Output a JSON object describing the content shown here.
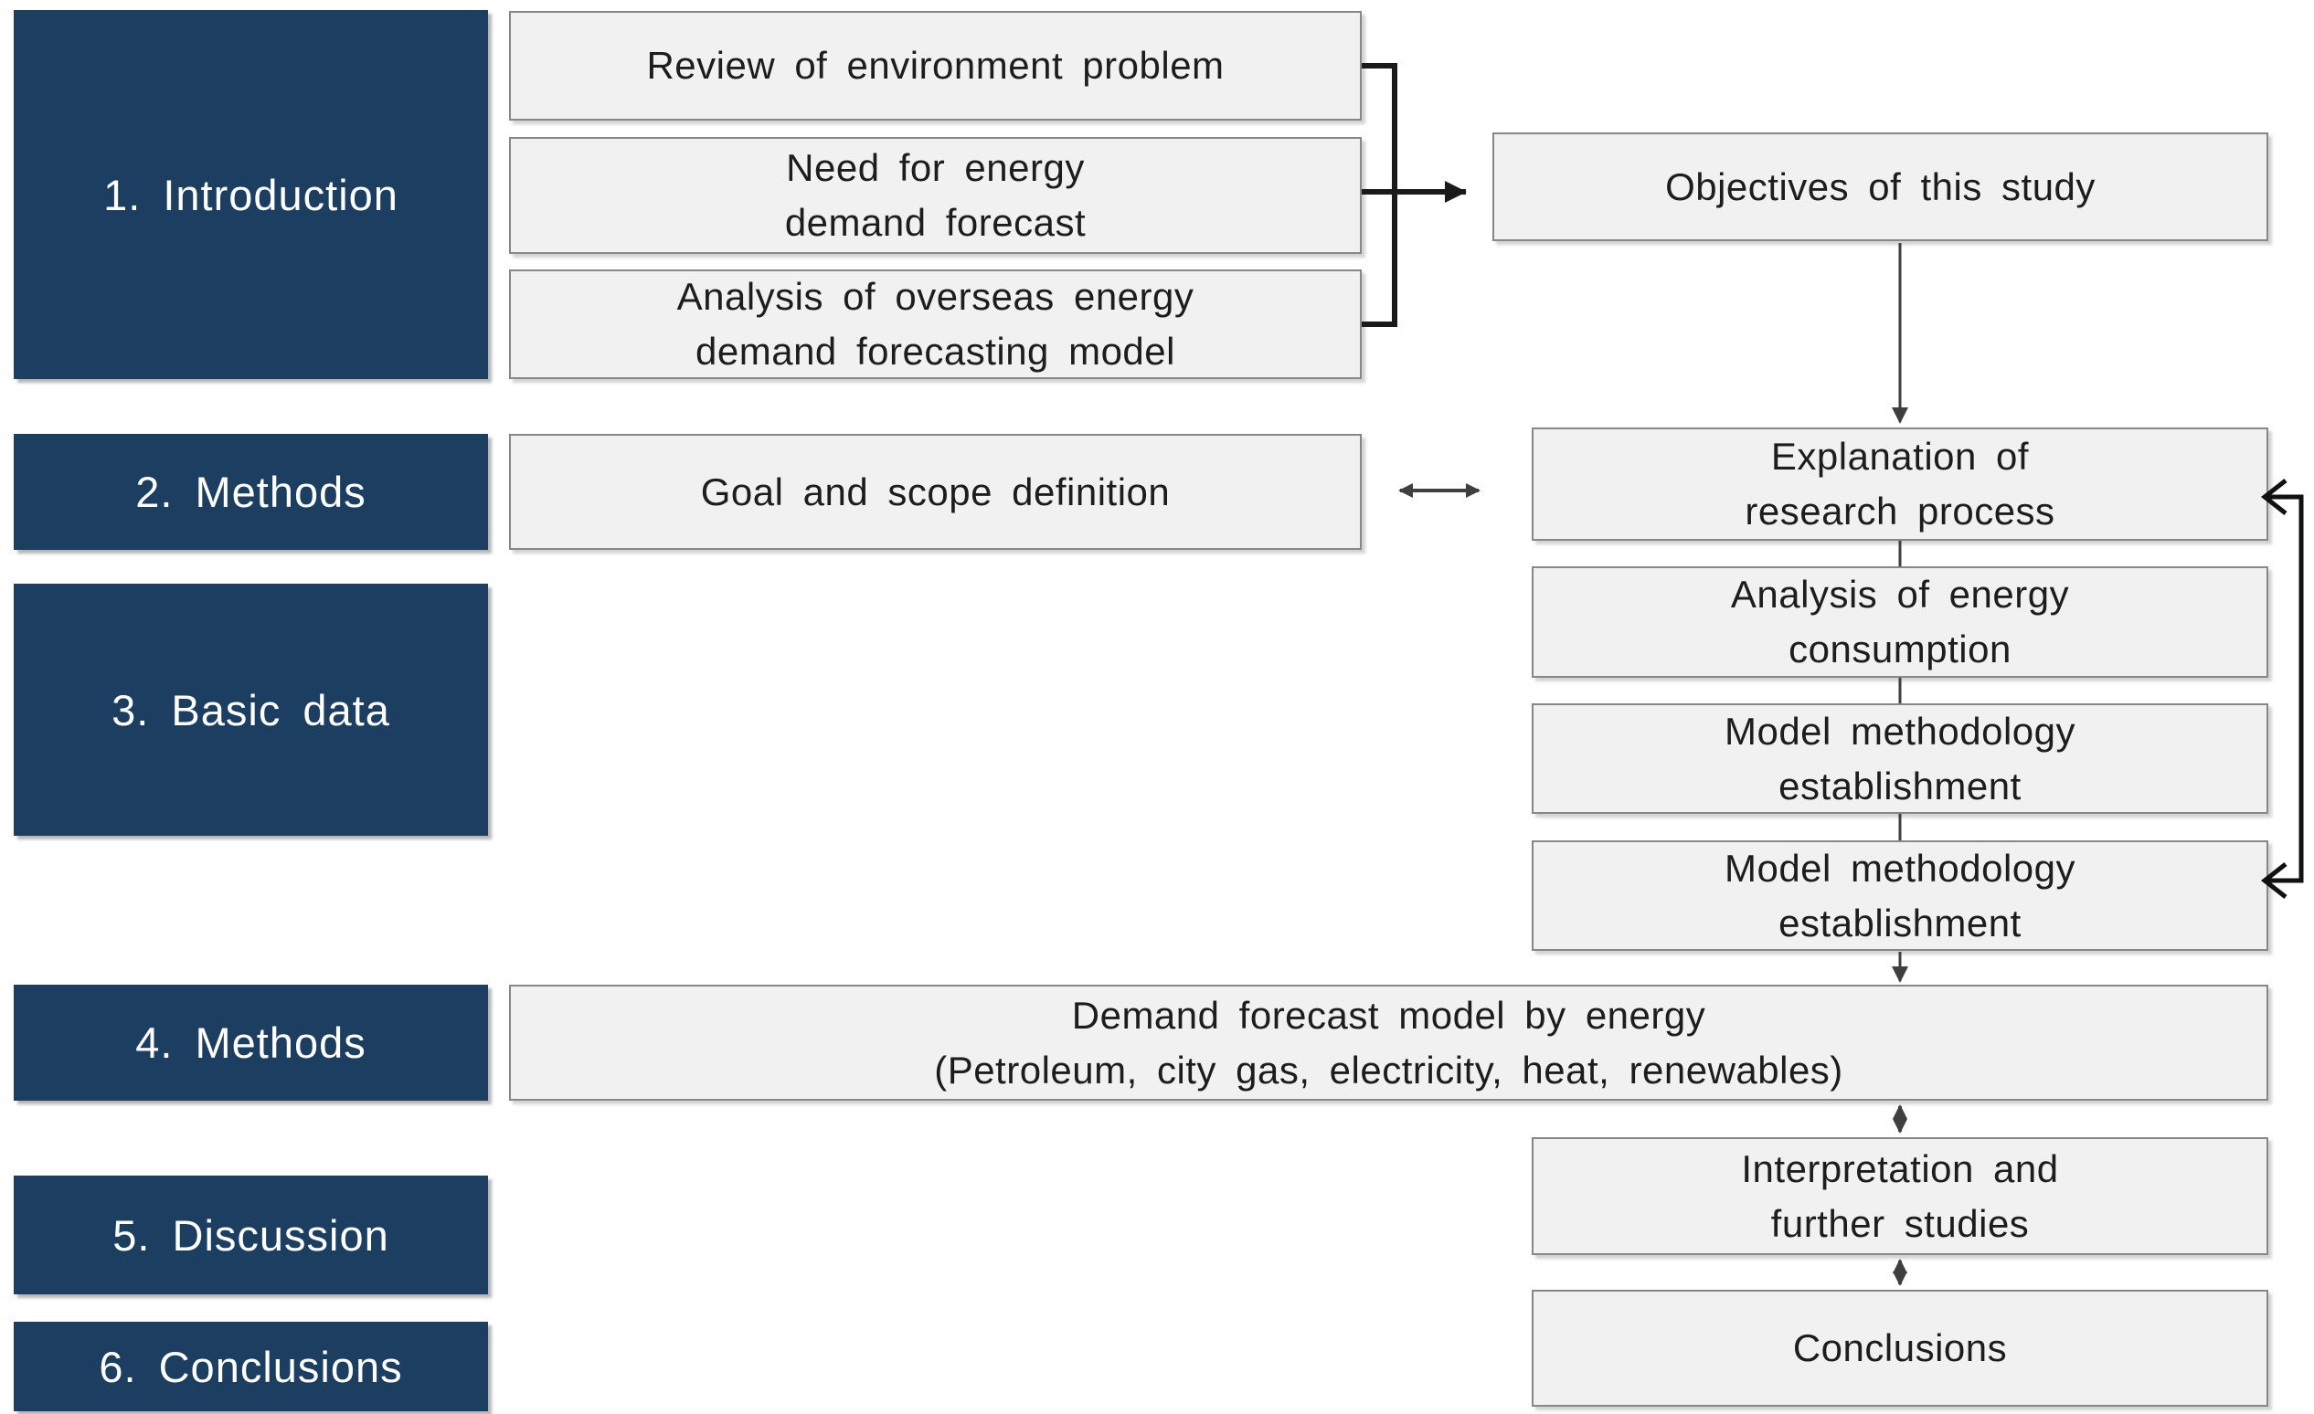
{
  "palette": {
    "navy": "#1c3e60",
    "box_fill": "#f1f1f1",
    "box_border": "#878787",
    "connector": "#3f3f3f",
    "bracket": "#1a1a1a",
    "text_dark": "#1d1d1d",
    "text_light": "#ffffff"
  },
  "sections": [
    {
      "label": "1. Introduction"
    },
    {
      "label": "2. Methods"
    },
    {
      "label": "3. Basic data"
    },
    {
      "label": "4. Methods"
    },
    {
      "label": "5. Discussion"
    },
    {
      "label": "6. Conclusions"
    }
  ],
  "boxes": {
    "review": {
      "line1": "Review of environment problem"
    },
    "need": {
      "line1": "Need for energy",
      "line2": "demand forecast"
    },
    "overseas": {
      "line1": "Analysis of overseas energy",
      "line2": "demand forecasting model"
    },
    "objectives": {
      "line1": "Objectives of this study"
    },
    "goal": {
      "line1": "Goal and scope definition"
    },
    "explanation": {
      "line1": "Explanation of",
      "line2": "research process"
    },
    "energy_consumption": {
      "line1": "Analysis of energy",
      "line2": "consumption"
    },
    "model_methodology_1": {
      "line1": "Model methodology",
      "line2": "establishment"
    },
    "model_methodology_2": {
      "line1": "Model methodology",
      "line2": "establishment"
    },
    "demand_forecast": {
      "line1": "Demand forecast model by energy",
      "line2": "(Petroleum, city gas, electricity, heat, renewables)"
    },
    "interpretation": {
      "line1": "Interpretation and",
      "line2": "further studies"
    },
    "conclusions": {
      "line1": "Conclusions"
    }
  }
}
